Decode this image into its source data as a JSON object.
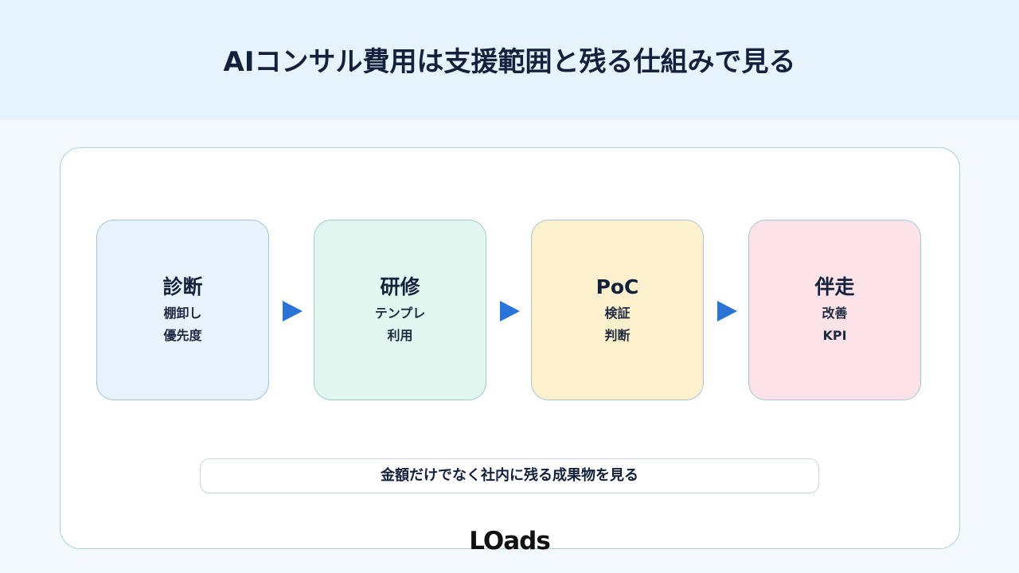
{
  "title": "AIコンサル費用は支援範囲と残る仕組みで見る",
  "steps": [
    {
      "head": "診断",
      "lines": [
        "棚卸し",
        "優先度"
      ]
    },
    {
      "head": "研修",
      "lines": [
        "テンプレ",
        "利用"
      ]
    },
    {
      "head": "PoC",
      "lines": [
        "検証",
        "判断"
      ]
    },
    {
      "head": "伴走",
      "lines": [
        "改善",
        "KPI"
      ]
    }
  ],
  "arrow_icon": "triangle-right",
  "note": "金額だけでなく社内に残る成果物を見る",
  "logo": "LOads",
  "colors": {
    "header_bg": "#e6f3fd",
    "arrow": "#2a74d9",
    "step_1": "#e8f2fd",
    "step_2": "#e0f6ef",
    "step_3": "#fdf0cd",
    "step_4": "#fde3e8"
  }
}
